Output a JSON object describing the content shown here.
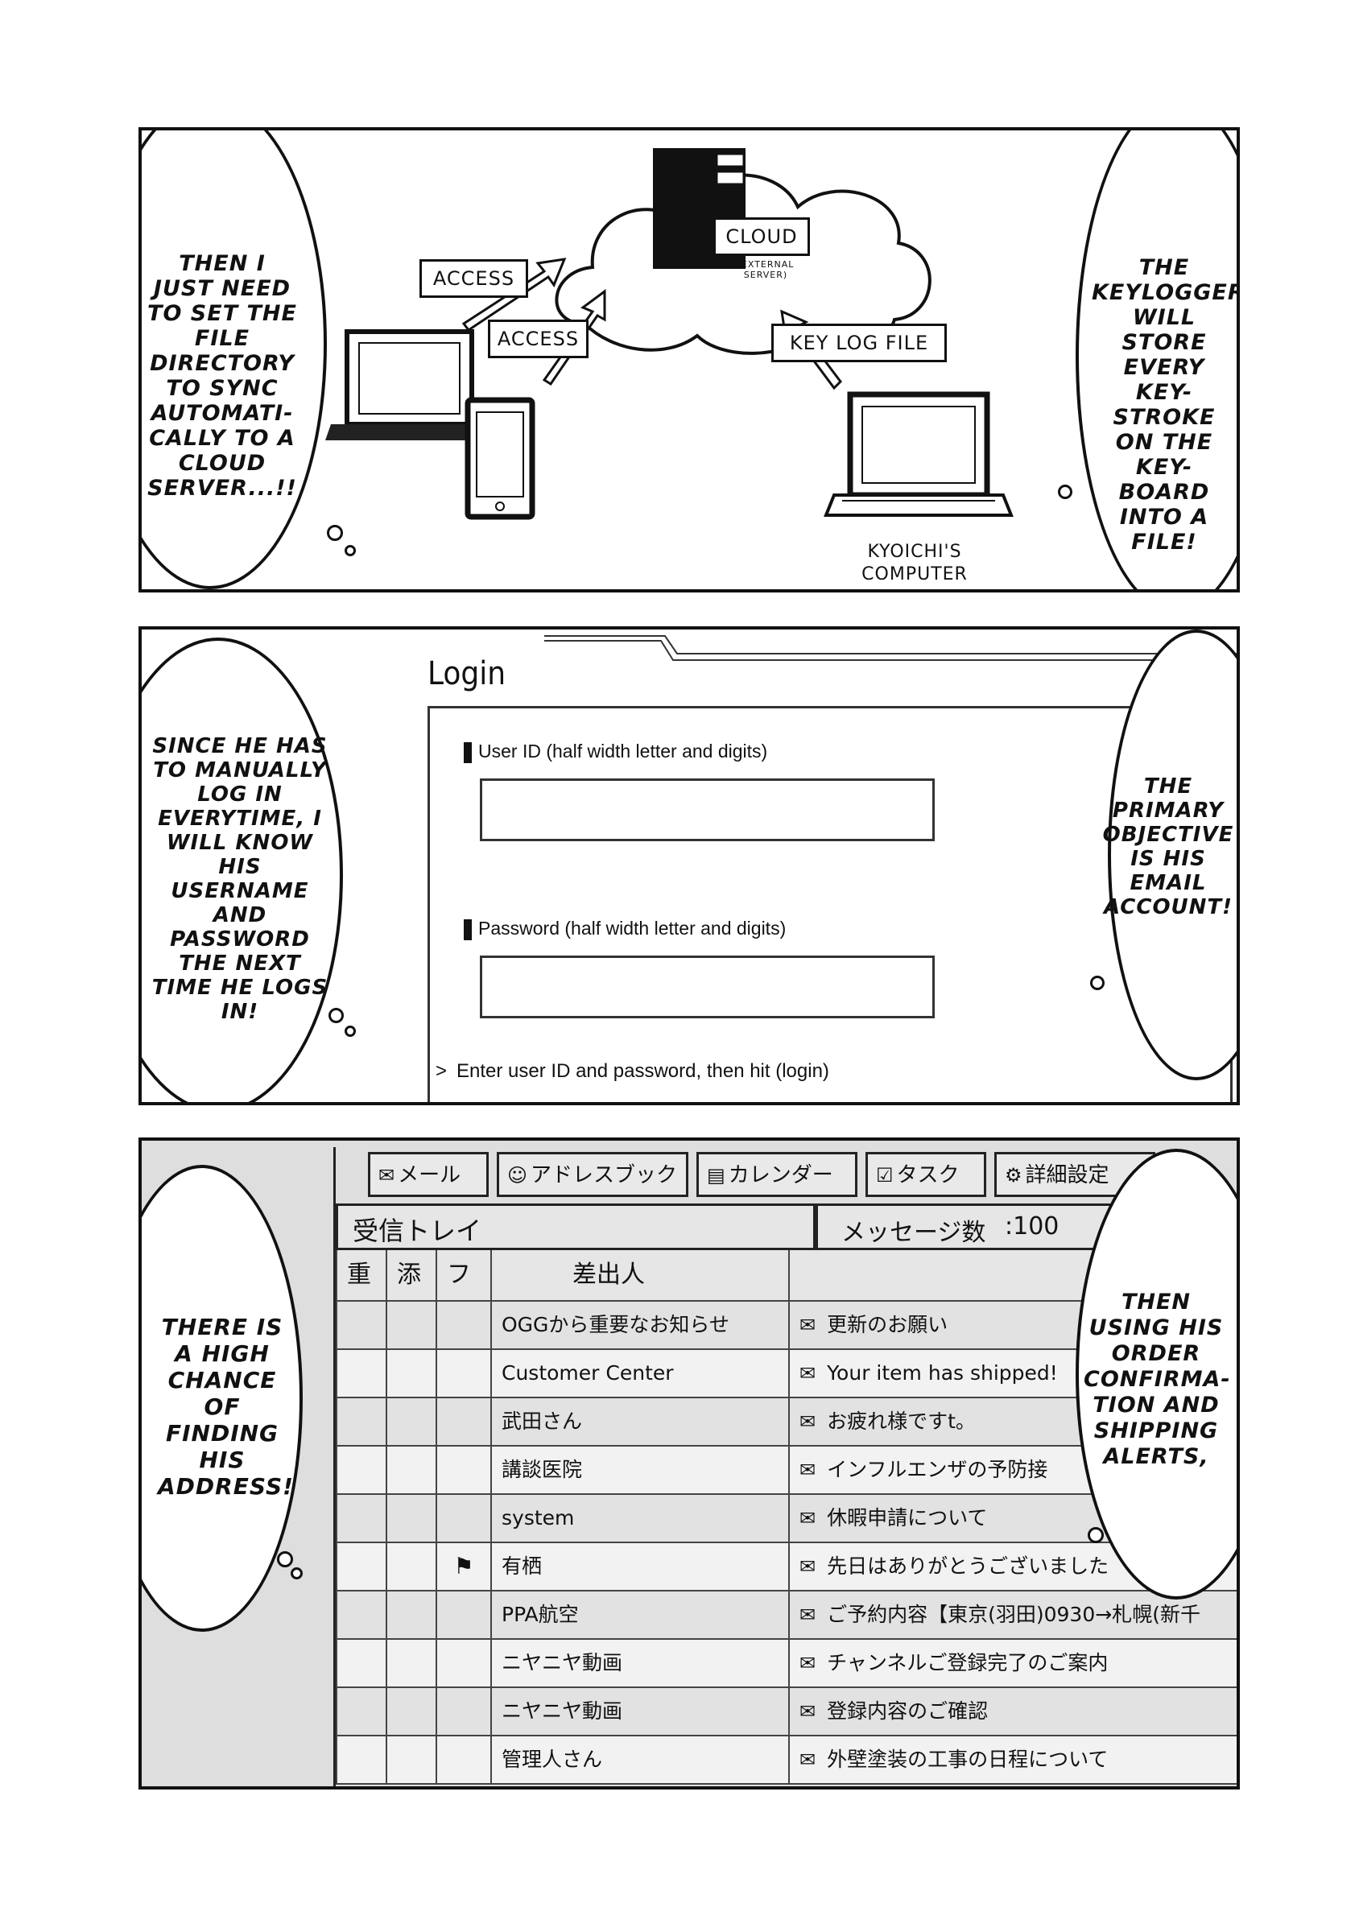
{
  "panel1": {
    "bubble_left": "THEN I JUST NEED TO SET THE FILE DIRECTORY TO SYNC AUTOMATI- CALLY TO A CLOUD SERVER...!!",
    "bubble_right": "THE KEYLOGGER WILL STORE EVERY KEY- STROKE ON THE KEY- BOARD INTO A FILE!",
    "access_label_1": "ACCESS",
    "access_label_2": "ACCESS",
    "cloud_label": "CLOUD",
    "cloud_sublabel": "(EXTERNAL SERVER)",
    "keylog_label": "KEY LOG FILE",
    "computer_caption": "KYOICHI'S COMPUTER"
  },
  "panel2": {
    "bubble_left": "SINCE HE HAS TO MANUALLY LOG IN EVERYTIME, I WILL KNOW HIS USERNAME AND PASSWORD THE NEXT TIME HE LOGS IN!",
    "bubble_right": "THE PRIMARY OBJECTIVE IS HIS EMAIL ACCOUNT!",
    "login_title": "Login",
    "user_id_label": "User ID (half width letter and digits)",
    "password_label": "Password (half width letter and digits)",
    "hint_prefix": ">",
    "hint_text": "Enter user ID and password, then hit (login)"
  },
  "panel3": {
    "bubble_left": "THERE IS A HIGH CHANCE OF FINDING HIS ADDRESS!",
    "bubble_right": "THEN USING HIS ORDER CONFIRMA- TION AND SHIPPING ALERTS,",
    "toolbar": [
      {
        "icon": "envelope-icon",
        "glyph": "✉",
        "label": "メール"
      },
      {
        "icon": "person-icon",
        "glyph": "☺",
        "label": "アドレスブック"
      },
      {
        "icon": "calendar-icon",
        "glyph": "▤",
        "label": "カレンダー"
      },
      {
        "icon": "checkbox-icon",
        "glyph": "☑",
        "label": "タスク"
      },
      {
        "icon": "gear-icon",
        "glyph": "⚙",
        "label": "詳細設定"
      }
    ],
    "inbox_title": "受信トレイ",
    "message_count_label": "メッセージ数",
    "message_count_value": ":100",
    "columns": [
      "重",
      "添",
      "フ",
      "差出人"
    ],
    "rows": [
      {
        "sender": "OGGから重要なお知らせ",
        "subject": "更新のお願い",
        "flag": ""
      },
      {
        "sender": "Customer Center",
        "subject": "Your item has shipped!",
        "flag": ""
      },
      {
        "sender": "武田さん",
        "subject": "お疲れ様ですt。",
        "flag": ""
      },
      {
        "sender": "講談医院",
        "subject": "インフルエンザの予防接",
        "flag": ""
      },
      {
        "sender": "system",
        "subject": "休暇申請について",
        "flag": ""
      },
      {
        "sender": "有栖",
        "subject": "先日はありがとうございました",
        "flag": "⚑"
      },
      {
        "sender": "PPA航空",
        "subject": "ご予約内容【東京(羽田)0930→札幌(新千",
        "flag": ""
      },
      {
        "sender": "ニヤニヤ動画",
        "subject": "チャンネルご登録完了のご案内",
        "flag": ""
      },
      {
        "sender": "ニヤニヤ動画",
        "subject": "登録内容のご確認",
        "flag": ""
      },
      {
        "sender": "管理人さん",
        "subject": "外壁塗装の工事の日程について",
        "flag": ""
      }
    ]
  }
}
